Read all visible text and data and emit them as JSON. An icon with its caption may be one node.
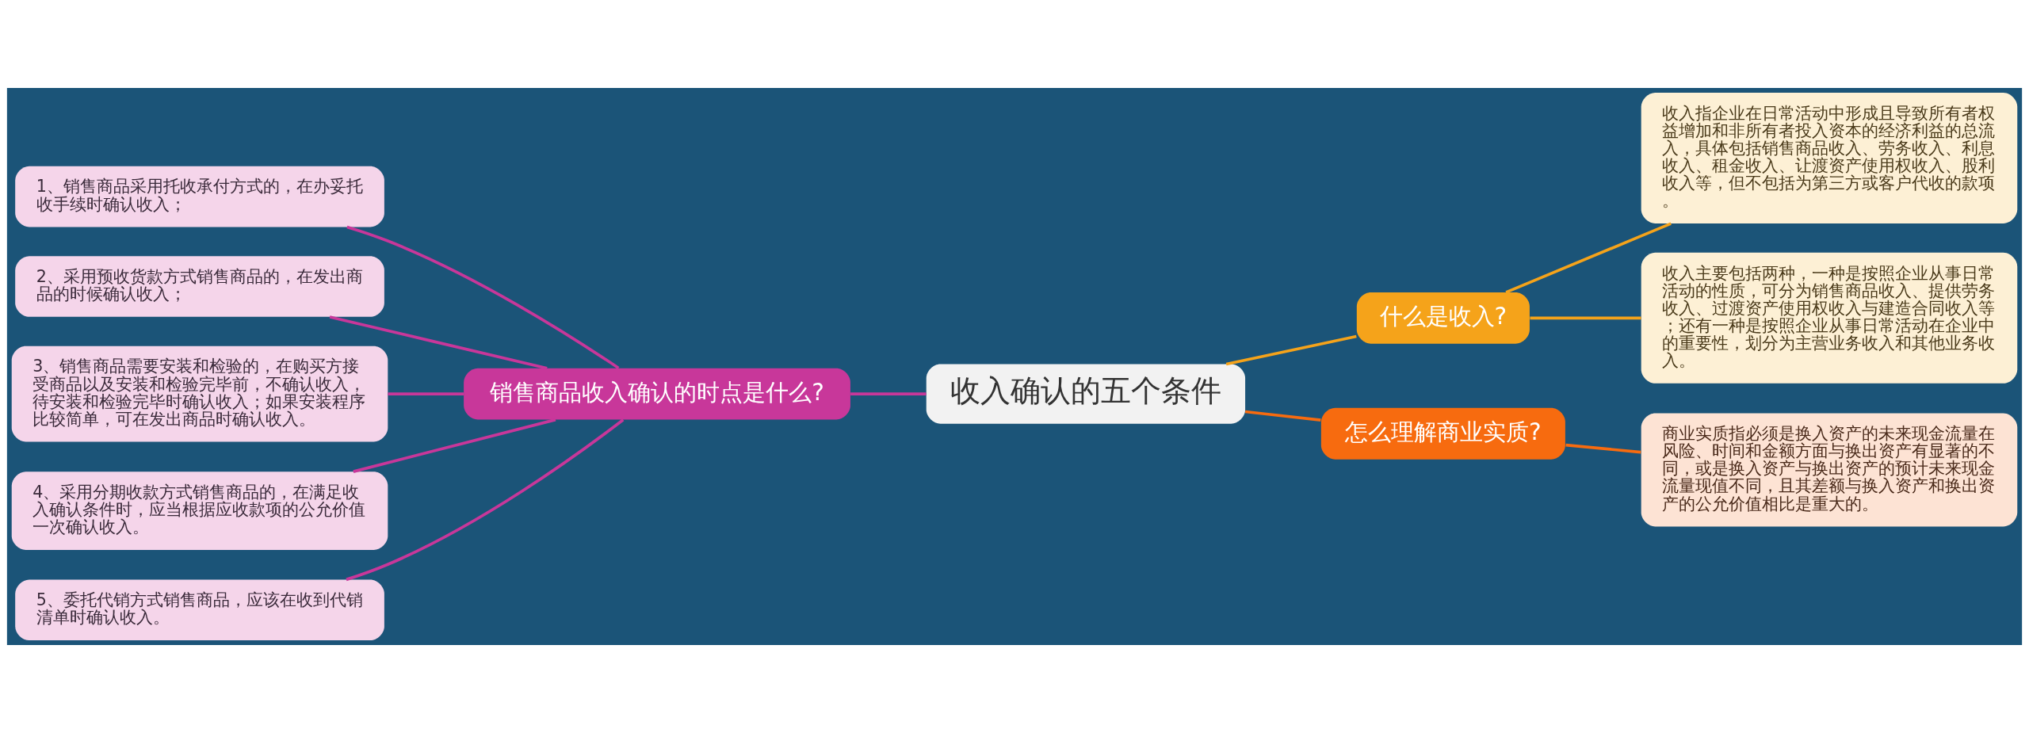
{
  "diagram": {
    "nodes": [
      {
        "text": [
          "收入确认的五个条件"
        ]
      },
      {
        "text": [
          "什么是收入?"
        ]
      },
      {
        "text": [
          "收入指企业在日常活动中形成且导致所有者权益增加和非所有者投入资本的经济利益的总流入，具体包括销售商品收入、劳务收入、利息收入、租金收入、让渡资产使用权收入、股利收入等，但不包括为第三方或客户代收的款项。"
        ]
      },
      {
        "text": [
          "收入主要包括两种，一种是按照企业从事日常活动的性质，可分为销售商品收入、提供劳务收入、过渡资产使用权收入与建造合同收入等；还有一种是按照企业从事日常活动在企业中的重要性，划分为主营业务收入和其他业务收入。"
        ]
      },
      {
        "text": [
          "怎么理解商业实质?"
        ]
      },
      {
        "text": [
          "商业实质指必须是换入资产的未来现金流量在风险、时间和金额方面与换出资产有显著的不同，或是换入资产与换出资产的预计未来现金流量现值不同，且其差额与换入资产和换出资产的公允价值相比是重大的。"
        ]
      },
      {
        "text": [
          "销售商品收入确认的时点是什么?"
        ]
      },
      {
        "text": [
          "1、销售商品采用托收承付方式的，在办妥托收手续时确认收入；"
        ]
      },
      {
        "text": [
          "2、采用预收货款方式销售商品的，在发出商品的时候确认收入；"
        ]
      },
      {
        "text": [
          "3、销售商品需要安装和检验的，在购买方接受商品以及安装和检验完毕前，不确认收入，待安装和检验完毕时确认收入；如果安装程序比较简单，可在发出商品时确认收入。"
        ]
      },
      {
        "text": [
          "4、采用分期收款方式销售商品的，在满足收入确认条件时，应当根据应收款项的公允价值一次确认收入。"
        ]
      },
      {
        "text": [
          "5、委托代销方式销售商品，应该在收到代销清单时确认收入。"
        ]
      }
    ],
    "edges": [
      {
        "from": 0,
        "to": 1,
        "arrow": "none",
        "color": "#f5a31a"
      },
      {
        "from": 1,
        "to": 2,
        "arrow": "none",
        "color": "#f5a31a"
      },
      {
        "from": 1,
        "to": 3,
        "arrow": "none",
        "color": "#f5a31a"
      },
      {
        "from": 0,
        "to": 4,
        "arrow": "none",
        "color": "#f76b0f"
      },
      {
        "from": 4,
        "to": 5,
        "arrow": "none",
        "color": "#f76b0f"
      },
      {
        "from": 0,
        "to": 6,
        "arrow": "none"
      },
      {
        "from": 6,
        "to": 7,
        "arrow": "none"
      },
      {
        "from": 6,
        "to": 8,
        "arrow": "none"
      },
      {
        "from": 6,
        "to": 9,
        "arrow": "none"
      },
      {
        "from": 6,
        "to": 10,
        "arrow": "none"
      },
      {
        "from": 6,
        "to": 11,
        "arrow": "none"
      }
    ]
  }
}
